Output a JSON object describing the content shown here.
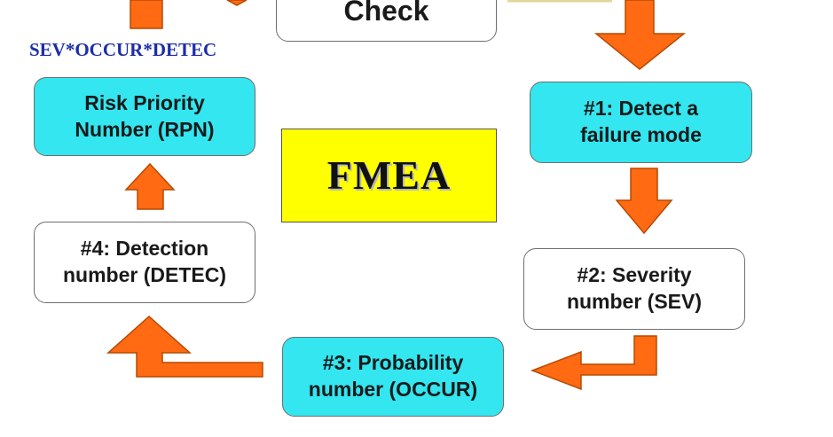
{
  "formula": "SEV*OCCUR*DETEC",
  "center": {
    "title": "FMEA"
  },
  "steps": {
    "check": {
      "label": "Check"
    },
    "rpn": {
      "line1": "Risk Priority",
      "line2": "Number (RPN)"
    },
    "detect": {
      "line1": "#1: Detect a",
      "line2": "failure mode"
    },
    "severity": {
      "line1": "#2: Severity",
      "line2": "number (SEV)"
    },
    "probability": {
      "line1": "#3: Probability",
      "line2": "number (OCCUR)"
    },
    "detection": {
      "line1": "#4: Detection",
      "line2": "number (DETEC)"
    }
  },
  "colors": {
    "arrow": "#ff6a13",
    "arrow_border": "#b54a00",
    "box_cyan": "#33e6f0",
    "center_fill": "#ffff00",
    "formula_text": "#1d2ea8"
  },
  "icons": {
    "arrow_shape": "block-arrow"
  }
}
